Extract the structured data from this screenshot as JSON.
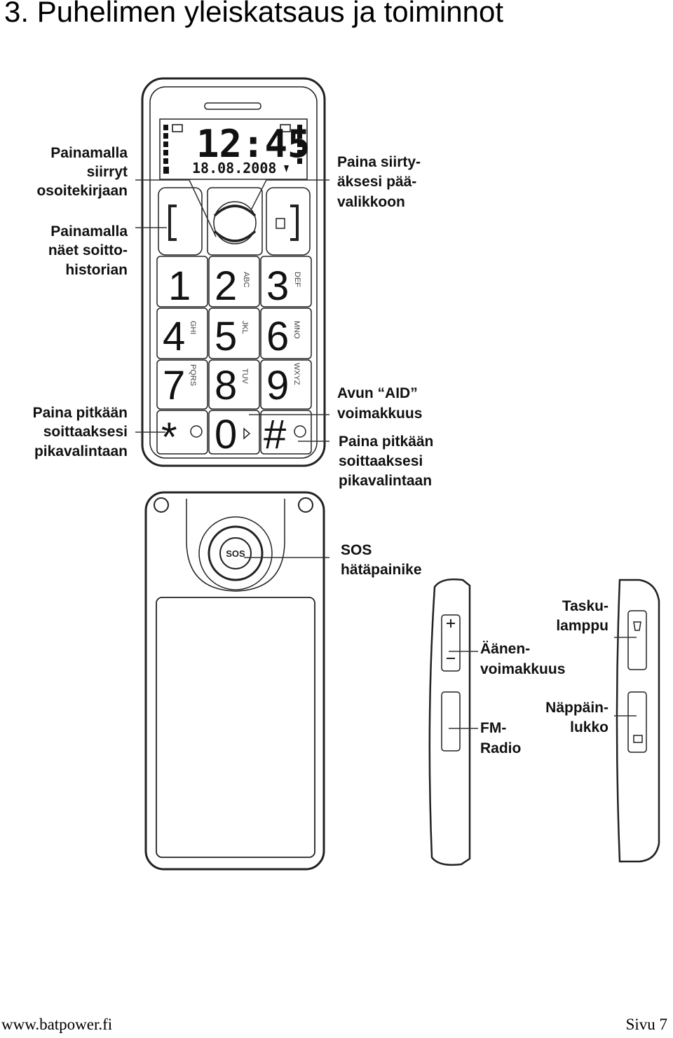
{
  "title": "3. Puhelimen yleiskatsaus ja toiminnot",
  "screen": {
    "time": "12:45",
    "date": "18.08.2008"
  },
  "keys": [
    {
      "num": "1",
      "letters": ""
    },
    {
      "num": "2",
      "letters": "ABC"
    },
    {
      "num": "3",
      "letters": "DEF"
    },
    {
      "num": "4",
      "letters": "GHI"
    },
    {
      "num": "5",
      "letters": "JKL"
    },
    {
      "num": "6",
      "letters": "MNO"
    },
    {
      "num": "7",
      "letters": "PQRS"
    },
    {
      "num": "8",
      "letters": "TUV"
    },
    {
      "num": "9",
      "letters": "WXYZ"
    },
    {
      "num": "*",
      "letters": ""
    },
    {
      "num": "0",
      "letters": ""
    },
    {
      "num": "#",
      "letters": ""
    }
  ],
  "sos_button": "SOS",
  "labels": {
    "phonebook": [
      "Painamalla",
      "siirryt",
      "osoitekirjaan"
    ],
    "history": [
      "Painamalla",
      "näet soitto-",
      "historian"
    ],
    "speeddial_left": [
      "Paina pitkään",
      "soittaaksesi",
      "pikavalintaan"
    ],
    "mainmenu": [
      "Paina siirty-",
      "äksesi pää-",
      "valikkoon"
    ],
    "aid": [
      "Avun “AID”",
      "voimakkuus"
    ],
    "speeddial_right": [
      "Paina pitkään",
      "soittaaksesi",
      "pikavalintaan"
    ],
    "sos": [
      "SOS",
      "hätäpainike"
    ],
    "volume": [
      "Äänen-",
      "voimakkuus"
    ],
    "fmradio": [
      "FM-",
      "Radio"
    ],
    "flashlight": [
      "Tasku-",
      "lamppu"
    ],
    "keylock": [
      "Näppäin-",
      "lukko"
    ]
  },
  "footer": {
    "website": "www.batpower.fi",
    "page": "Sivu 7"
  }
}
